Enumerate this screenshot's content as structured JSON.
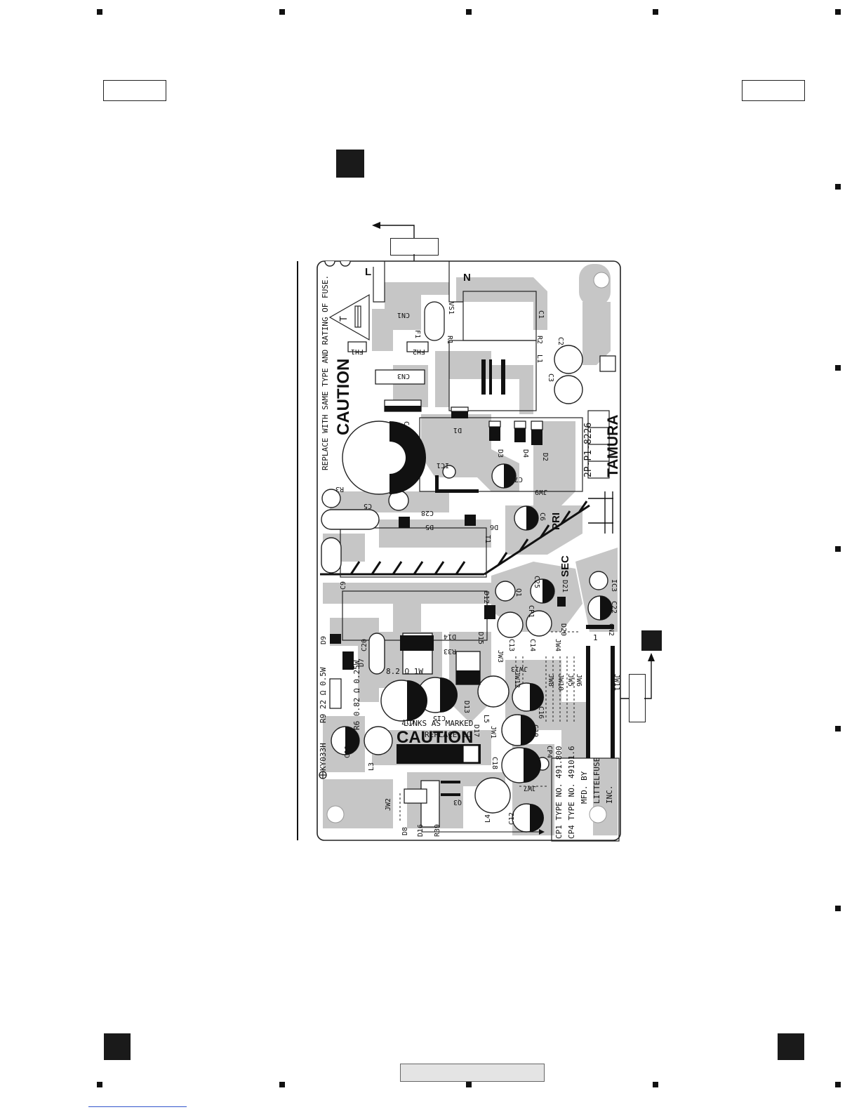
{
  "colors": {
    "trace": "#c6c6c6",
    "ink": "#111111",
    "board_bg": "#ffffff",
    "footer_bar": "#e4e4e4"
  },
  "board": {
    "warning_text": "REPLACE WITH SAME TYPE AND RATING OF FUSE.",
    "fuse_symbol_label": "T",
    "caution_top": "CAUTION",
    "caution_bottom": "CAUTION",
    "replace_ic_text": "REPLACE IC",
    "links_text": "LINKS AS MARKED",
    "pri_label": "PRI",
    "sec_label": "SEC",
    "part_number": "2P-P1-8226",
    "brand": "TAMURA",
    "line_L": "L",
    "line_N": "N",
    "r9_text": "R9 22 Ω 0.5W",
    "r6_text": "R6 0.82 Ω 0.25W",
    "r33_text": "8.2 Ω 1W",
    "model_code": "KY033H",
    "cp1_text": "CP1 TYPE NO. 491.800",
    "cp4_text": "CP4 TYPE NO. 49101.6",
    "mfd_by": "MFD. BY",
    "maker_1": "LITTELFUSE",
    "maker_2": "INC.",
    "cn2_pin": "1",
    "components": {
      "cn1": "CN1",
      "vs1": "VS1",
      "f1": "F1",
      "fh1": "FH1",
      "fh2": "FH2",
      "cn3": "CN3",
      "c1": "C1",
      "c2": "C2",
      "c3": "C3",
      "c4": "C4",
      "c5": "C5",
      "c6": "C6",
      "c7": "C7",
      "c9": "C9",
      "c10": "C10",
      "c12": "C12",
      "c13": "C13",
      "c14": "C14",
      "c15": "C15",
      "c16": "C16",
      "c17": "C17",
      "c18": "C18",
      "c19": "C19",
      "c20": "C20",
      "c22": "C22",
      "c25": "C25",
      "c28": "C28",
      "r1": "R1",
      "r2": "R2",
      "r3": "R3",
      "r33": "R33",
      "r39": "R39",
      "l1": "L1",
      "l3": "L3",
      "l4": "L4",
      "l5": "L5",
      "d1": "D1",
      "d2": "D2",
      "d3": "D3",
      "d4": "D4",
      "d5": "D5",
      "d6": "D6",
      "d7": "D7",
      "d8": "D8",
      "d9": "D9",
      "d12": "D12",
      "d13": "D13",
      "d14": "D14",
      "d15": "D15",
      "d16": "D16",
      "d17": "D17",
      "d20": "D20",
      "d21": "D21",
      "ic1": "IC1",
      "ic3": "IC3",
      "t1": "T1",
      "q1": "Q1",
      "q3": "Q3",
      "cp1": "CP1",
      "cp4": "CP4",
      "cn2": "CN2",
      "jw1": "JW1",
      "jw2": "JW2",
      "jw3": "JW3",
      "jw4": "JW4",
      "jw5": "JW5",
      "jw6": "JW6",
      "jw7": "JW7",
      "jw8": "JW8",
      "jw9": "JW9",
      "jw10": "JW10",
      "jw11": "JW11",
      "jw12": "JW12",
      "jw13": "JW13"
    }
  }
}
